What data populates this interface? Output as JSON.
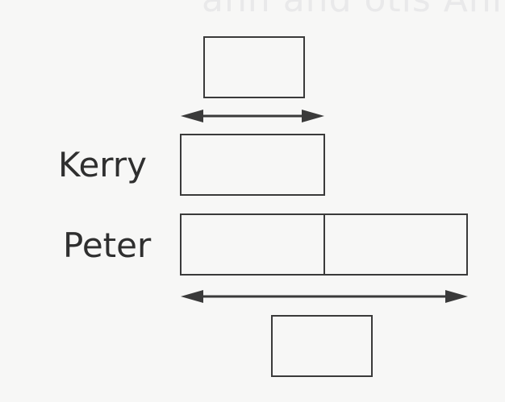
{
  "background_text": "ann and otis Ahi",
  "diagram": {
    "rows": [
      {
        "label": "Kerry",
        "parts": 1
      },
      {
        "label": "Peter",
        "parts": 2
      }
    ],
    "top_answer_box": "",
    "bottom_answer_box": ""
  },
  "colors": {
    "line": "#3a3a3a",
    "text": "#2f2f2f",
    "background": "#f7f7f6"
  }
}
